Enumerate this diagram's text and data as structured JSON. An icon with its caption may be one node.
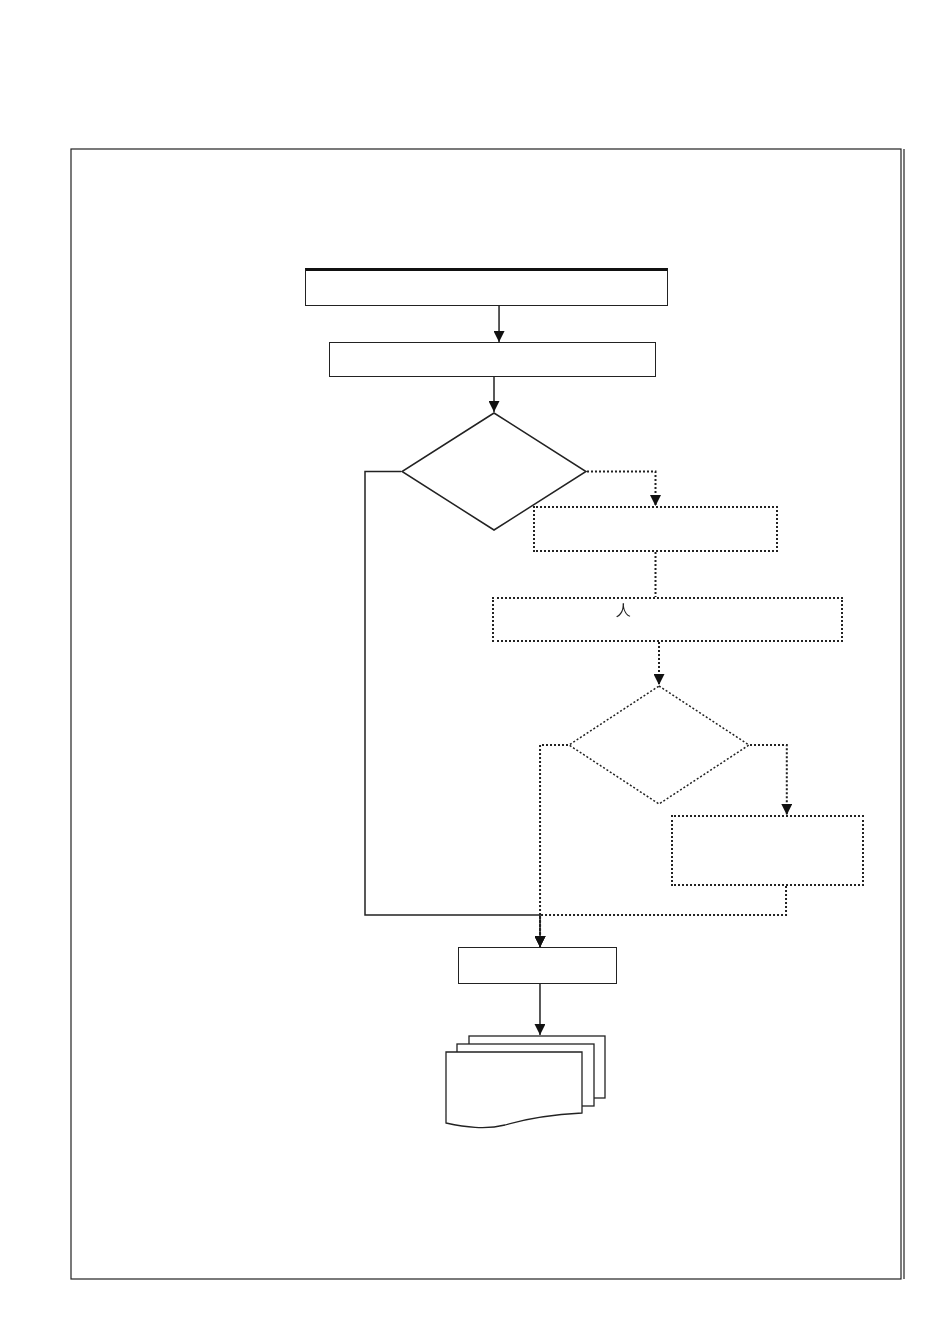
{
  "diagram": {
    "nodes": [
      {
        "text": [],
        "shape": "box"
      },
      {
        "text": [],
        "shape": "box"
      },
      {
        "text": [],
        "shape": "diamond"
      },
      {
        "text": [],
        "shape": "box"
      },
      {
        "text": [
          "人"
        ]
      },
      {
        "text": [],
        "shape": "diamond"
      },
      {
        "text": [],
        "shape": "box"
      },
      {
        "text": [],
        "shape": "box"
      },
      {
        "text": [],
        "shape": "document"
      }
    ],
    "edges": [
      {
        "from": 0,
        "to": 1,
        "arrow": "to"
      },
      {
        "from": 1,
        "to": 2,
        "arrow": "to"
      },
      {
        "from": 2,
        "to": 3,
        "arrow": "to",
        "style": "dashed"
      },
      {
        "from": 3,
        "to": 4,
        "arrow": "none",
        "style": "dashed"
      },
      {
        "from": 4,
        "to": 5,
        "arrow": "to",
        "style": "dashed"
      },
      {
        "from": 5,
        "to": 6,
        "arrow": "to",
        "style": "dashed"
      },
      {
        "from": 2,
        "to": 7,
        "arrow": "to"
      },
      {
        "from": 5,
        "to": 7,
        "arrow": "to",
        "style": "dashed"
      },
      {
        "from": 6,
        "to": 7,
        "arrow": "to",
        "style": "dashed"
      },
      {
        "from": 7,
        "to": 8,
        "arrow": "to"
      }
    ]
  }
}
